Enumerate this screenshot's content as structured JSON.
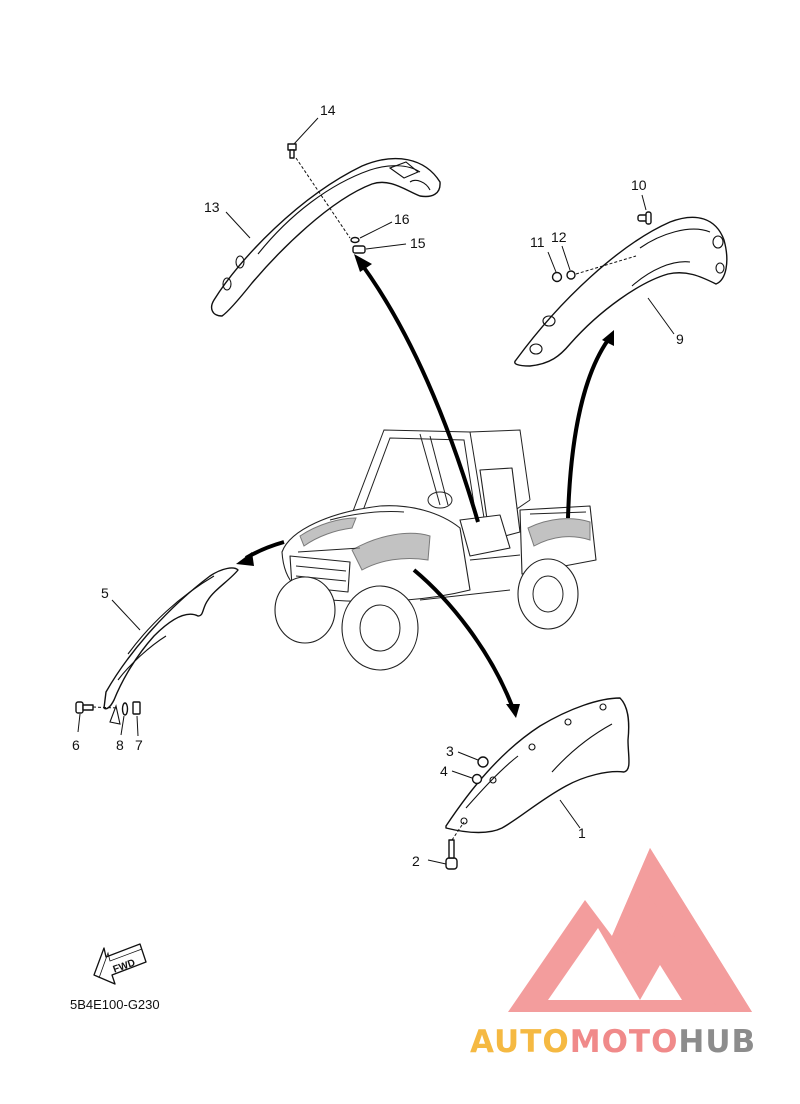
{
  "callouts": {
    "c1": "1",
    "c2": "2",
    "c3": "3",
    "c4": "4",
    "c5": "5",
    "c6": "6",
    "c7": "7",
    "c8": "8",
    "c9": "9",
    "c10": "10",
    "c11": "11",
    "c12": "12",
    "c13": "13",
    "c14": "14",
    "c15": "15",
    "c16": "16"
  },
  "fwd_label": "FWD",
  "diagram_code": "5B4E100-G230",
  "watermark": {
    "part_auto": "AUTO",
    "part_moto": "MOTO",
    "part_hub": "HUB",
    "color_auto": "#f5b942",
    "color_moto": "#f08a8a",
    "color_hub": "#8c8c8c",
    "logo_color": "#f28c8c"
  }
}
